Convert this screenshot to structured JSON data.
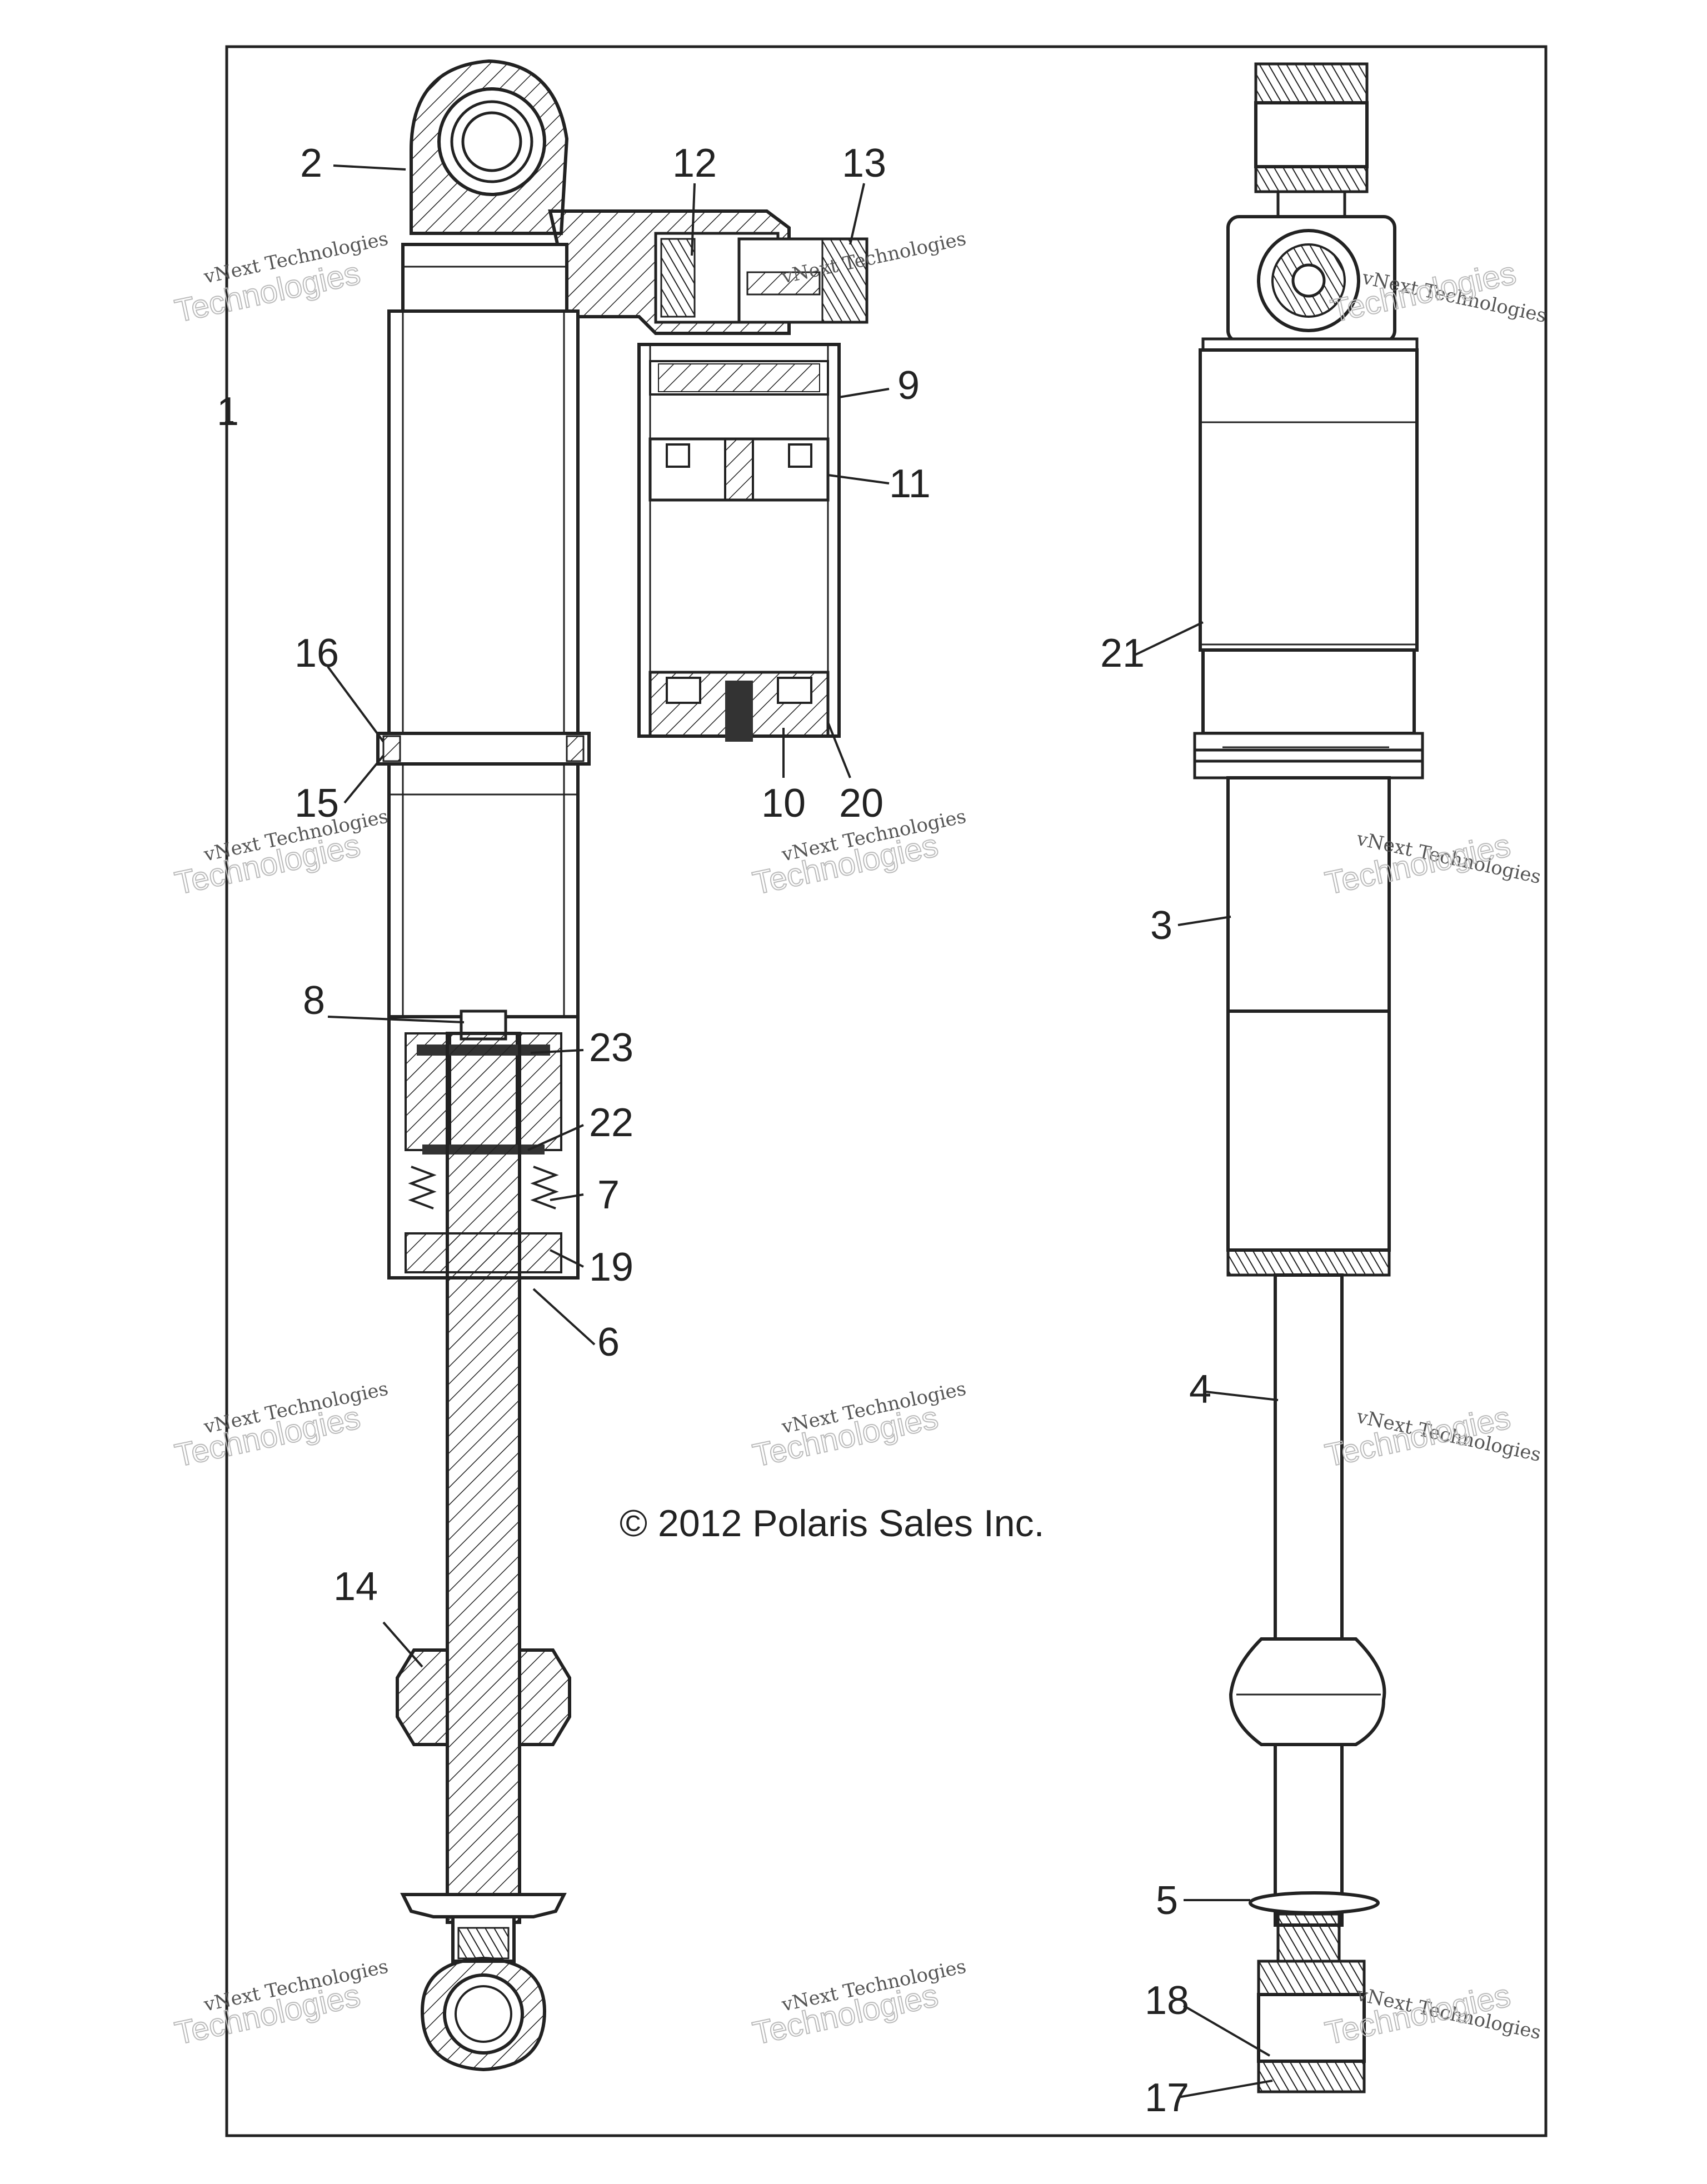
{
  "labels": {
    "l1": "1",
    "l2": "2",
    "l3": "3",
    "l4": "4",
    "l5": "5",
    "l6": "6",
    "l7": "7",
    "l8": "8",
    "l9": "9",
    "l10": "10",
    "l11": "11",
    "l12": "12",
    "l13": "13",
    "l14": "14",
    "l15": "15",
    "l16": "16",
    "l17": "17",
    "l18": "18",
    "l19": "19",
    "l20": "20",
    "l21": "21",
    "l22": "22",
    "l23": "23"
  },
  "copyright": "© 2012 Polaris Sales Inc.",
  "watermark": {
    "line1": "vNext Technologies",
    "line2": "Technologies"
  }
}
